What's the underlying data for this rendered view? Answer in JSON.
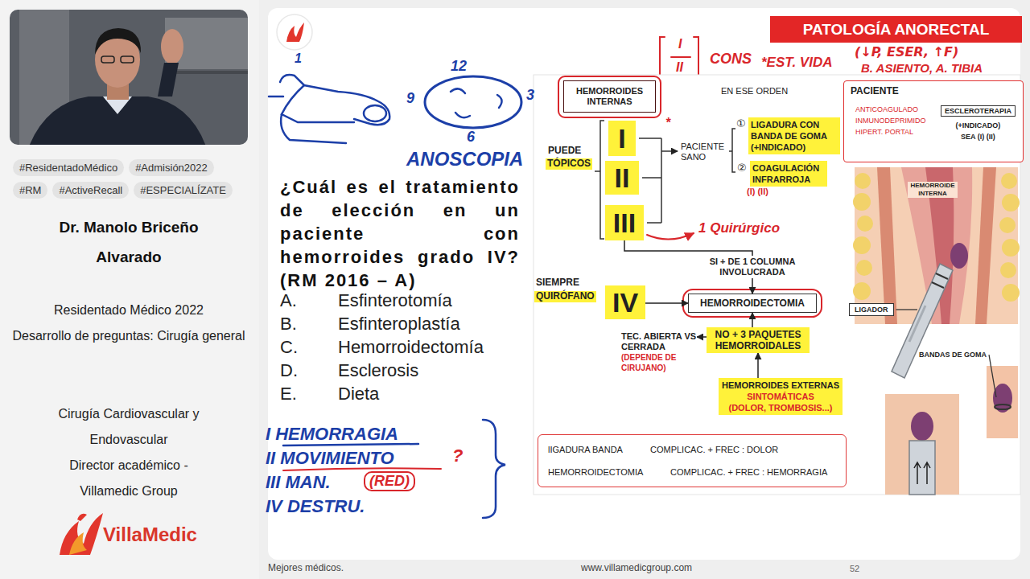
{
  "diagram": {
    "title": "PATOLOGÍA ANORECTAL",
    "nodes": [
      {
        "text": [
          "#ResidentadoMédico"
        ]
      },
      {
        "text": [
          "#Admisión2022"
        ]
      },
      {
        "text": [
          "#RM"
        ]
      },
      {
        "text": [
          "#ActiveRecall"
        ]
      },
      {
        "text": [
          "#ESPECIALÍZATE"
        ]
      },
      {
        "text": [
          "HEMORROIDES INTERNAS"
        ]
      },
      {
        "text": [
          "PACIENTE",
          "ANTICOAGULADO",
          "INMUNODEPRIMIDO",
          "HIPERT. PORTAL",
          "(+INDICADO)",
          "SEA (I) (II)"
        ]
      },
      {
        "text": [
          "ESCLEROTERAPIA"
        ],
        "in": 6
      },
      {
        "text": [
          "I"
        ]
      },
      {
        "text": [
          "II"
        ]
      },
      {
        "text": [
          "III"
        ]
      },
      {
        "text": [
          "LIGADURA CON BANDA DE GOMA (+INDICADO)"
        ]
      },
      {
        "text": [
          "COAGULACIÓN INFRARROJA"
        ]
      },
      {
        "text": [
          "IV"
        ]
      },
      {
        "text": [
          "HEMORROIDECTOMIA"
        ]
      },
      {
        "text": [
          "TEC. ABIERTA VS CERRADA",
          "(DEPENDE DE CIRUJANO)"
        ]
      },
      {
        "text": [
          "NO + 3 PAQUETES HEMORROIDALES"
        ]
      },
      {
        "text": [
          "HEMORROIDES EXTERNAS",
          "SINTOMÁTICAS",
          "(DOLOR, TROMBOSIS...)"
        ]
      },
      {
        "text": [
          "lIGADURA BANDA",
          "COMPLICAC. + FREC : DOLOR",
          "HEMORROIDECTOMIA",
          "COMPLICAC. + FREC : HEMORRAGIA"
        ]
      },
      {
        "text": [
          "LIGADOR"
        ]
      }
    ],
    "edges": [
      {
        "from": 10,
        "to": 14,
        "arrow": "to",
        "label": "SI + DE 1 COLUMNA INVOLUCRADA"
      },
      {
        "from": 13,
        "to": 14,
        "arrow": "to"
      },
      {
        "from": 16,
        "to": 14,
        "arrow": "to"
      },
      {
        "from": 16,
        "to": 15,
        "arrow": "to"
      },
      {
        "from": 17,
        "to": 16,
        "arrow": "to"
      }
    ],
    "labels": [
      "Dr. Manolo Briceño Alvarado",
      "Residentado Médico 2022",
      "Desarrollo de preguntas: Cirugía general",
      "Cirugía Cardiovascular y Endovascular",
      "Director académico - Villamedic Group",
      "VillaMedic",
      "1",
      "12",
      "9",
      "3",
      "6",
      "ANOSCOPIA",
      "¿Cuál es el tratamiento de elección en un paciente con hemorroides grado IV? (RM 2016 – A)",
      "A.",
      "Esfinterotomía",
      "B.",
      "Esfinteroplastía",
      "C.",
      "Hemorroidectomía",
      "D.",
      "Esclerosis",
      "E.",
      "Dieta",
      "I HEMORRAGIA",
      "II MOVIMIENTO",
      "III MAN.",
      "(RED)",
      "IV DESTRU.",
      "?",
      "I",
      "II",
      "CONS",
      "*EST. VIDA",
      "(↓P, ESER, ↑F)",
      "B. ASIENTO, A. TIBIA",
      "EN ESE ORDEN",
      "*",
      "PUEDE",
      "TÓPICOS",
      "*",
      "PACIENTE SANO",
      "①",
      "②",
      "(I) (II)",
      "1 Quirúrgico",
      "SIEMPRE",
      "QUIRÓFANO",
      "HEMORROIDE INTERNA",
      "BANDAS DE GOMA",
      "Mejores médicos.",
      "www.villamedicgroup.com",
      "52"
    ]
  }
}
